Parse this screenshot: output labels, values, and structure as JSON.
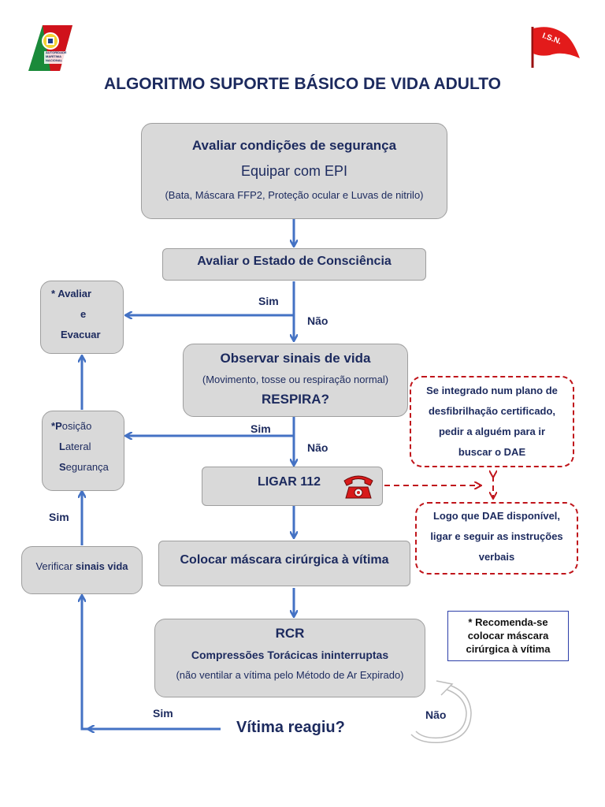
{
  "title": "ALGORITMO SUPORTE BÁSICO DE VIDA ADULTO",
  "logos": {
    "left_text": "AUTORIDADE MARÍTIMA NACIONAL",
    "right_text": "I.S.N."
  },
  "steps": {
    "safety": {
      "line1": "Avaliar condições de segurança",
      "line2": "Equipar com EPI",
      "line3": "(Bata, Máscara FFP2, Proteção ocular e Luvas de nitrilo)"
    },
    "consciousness": "Avaliar o Estado de Consciência",
    "evacuate": {
      "line1": "* Avaliar",
      "line2": "e",
      "line3": "Evacuar"
    },
    "signs": {
      "line1": "Observar sinais de vida",
      "line2": "(Movimento, tosse ou respiração normal)",
      "line3": "RESPIRA?"
    },
    "pls": {
      "star": "*",
      "l1_first": "P",
      "l1_rest": "osição",
      "l2_first": "L",
      "l2_rest": "ateral",
      "l3_first": "S",
      "l3_rest": "egurança"
    },
    "call": "LIGAR 112",
    "mask": "Colocar máscara cirúrgica à vítima",
    "check": {
      "prefix": "Verificar ",
      "emph": "sinais vida"
    },
    "rcr": {
      "line1": "RCR",
      "line2": "Compressões Torácicas ininterruptas",
      "line3": "(não ventilar a vítima pelo Método de Ar Expirado)"
    },
    "reacted": "Vítima reagiu?"
  },
  "labels": {
    "sim": "Sim",
    "nao": "Não"
  },
  "notes": {
    "dae_plan": [
      "Se integrado num plano de",
      "desfibrilhação certificado,",
      "pedir a alguém para ir",
      "buscar o DAE"
    ],
    "dae_use": [
      "Logo que DAE disponível,",
      "ligar e seguir as instruções",
      "verbais"
    ],
    "mask_note": [
      "* Recomenda-se",
      "colocar máscara",
      "cirúrgica à vítima"
    ]
  },
  "icons": {
    "phone": "telephone-icon",
    "loop": "loop-arrow-icon"
  },
  "colors": {
    "arrow": "#4472c4",
    "box_fill": "#d9d9d9",
    "dashed": "#c0151b",
    "text": "#1c2a5e"
  }
}
